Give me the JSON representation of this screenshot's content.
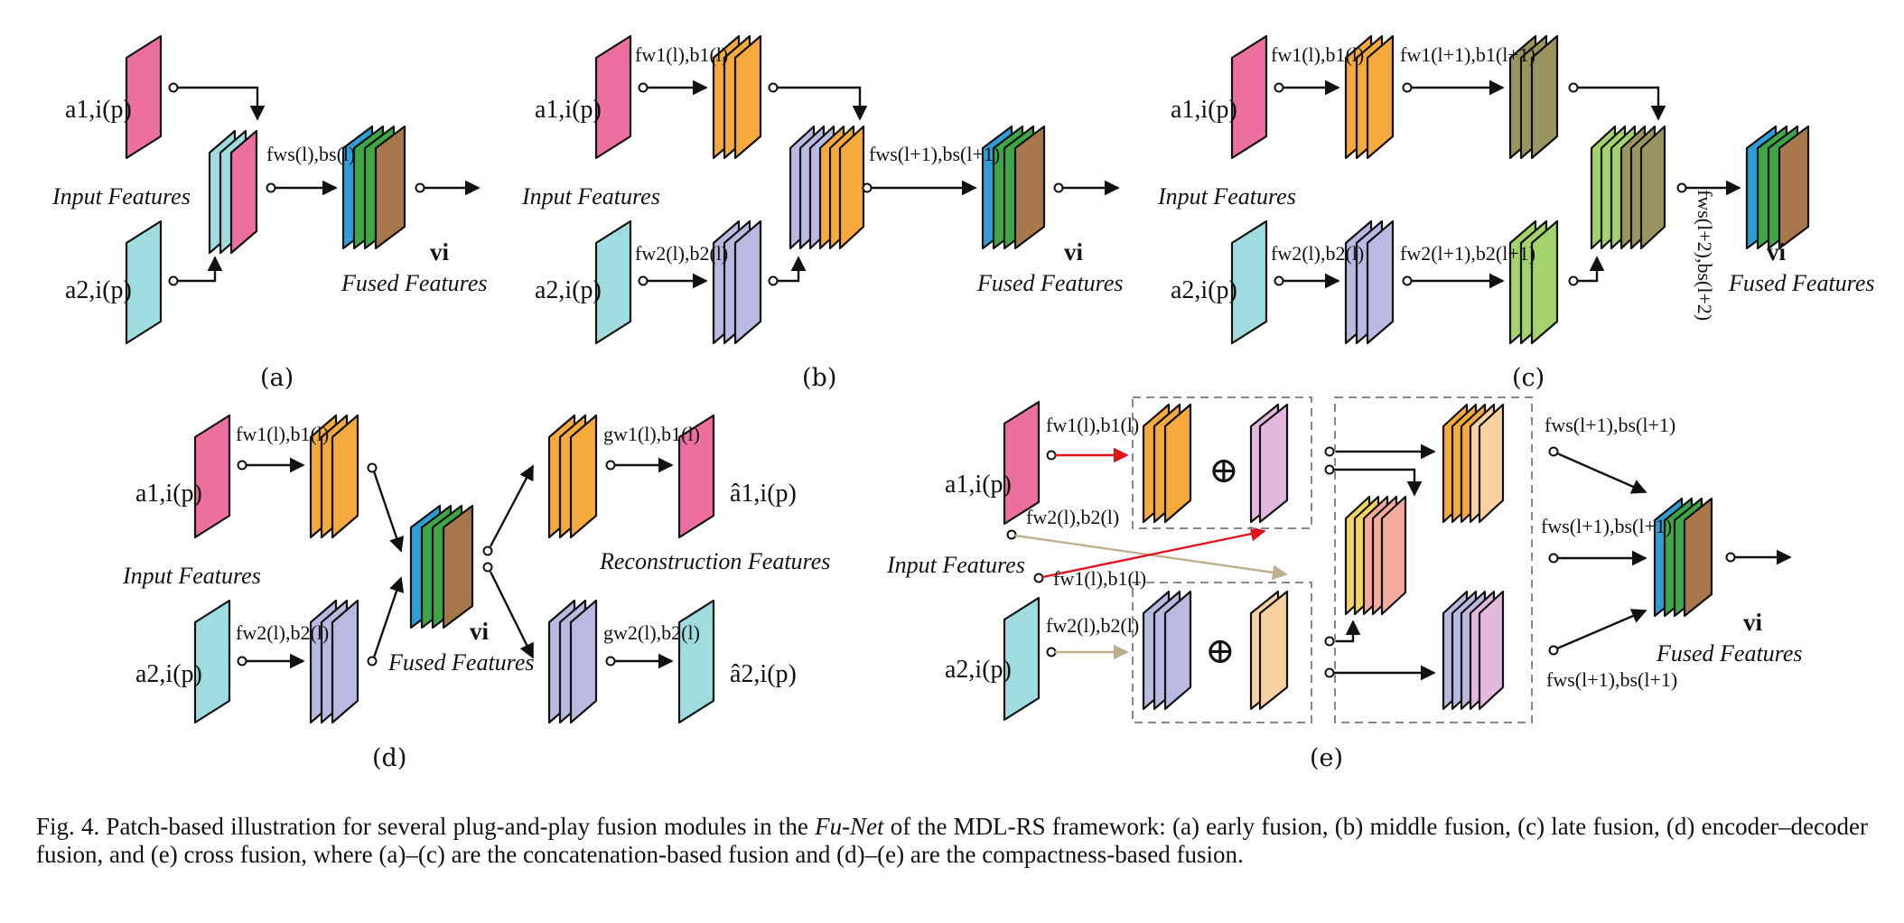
{
  "panels": {
    "a": {
      "label": "(a)",
      "input_top": "a1,i(p)",
      "input_bottom": "a2,i(p)",
      "input_features": "Input Features",
      "fuse_fn": "fws(l),bs(l)",
      "output": "vi",
      "fused_features": "Fused Features"
    },
    "b": {
      "label": "(b)",
      "input_top": "a1,i(p)",
      "input_bottom": "a2,i(p)",
      "input_features": "Input Features",
      "fn_top": "fw1(l),b1(l)",
      "fn_bottom": "fw2(l),b2(l)",
      "fuse_fn": "fws(l+1),bs(l+1)",
      "output": "vi",
      "fused_features": "Fused Features"
    },
    "c": {
      "label": "(c)",
      "input_top": "a1,i(p)",
      "input_bottom": "a2,i(p)",
      "input_features": "Input Features",
      "fn_top_1": "fw1(l),b1(l)",
      "fn_top_2": "fw1(l+1),b1(l+1)",
      "fn_bottom_1": "fw2(l),b2(l)",
      "fn_bottom_2": "fw2(l+1),b2(l+1)",
      "fuse_fn": "fws(l+2),bs(l+2)",
      "output": "vi",
      "fused_features": "Fused Features"
    },
    "d": {
      "label": "(d)",
      "input_top": "a1,i(p)",
      "input_bottom": "a2,i(p)",
      "input_features": "Input Features",
      "fn_top": "fw1(l),b1(l)",
      "fn_bottom": "fw2(l),b2(l)",
      "dec_top": "gw1(l),b1(l)",
      "dec_bottom": "gw2(l),b2(l)",
      "recon_top": "â1,i(p)",
      "recon_bottom": "â2,i(p)",
      "output": "vi",
      "fused_features": "Fused Features",
      "reconstruction_features": "Reconstruction Features"
    },
    "e": {
      "label": "(e)",
      "input_top": "a1,i(p)",
      "input_bottom": "a2,i(p)",
      "input_features": "Input Features",
      "fn_top": "fw1(l),b1(l)",
      "fn_cross_top": "fw2(l),b2(l)",
      "fn_cross_bottom": "fw1(l),b1(l)",
      "fn_bottom": "fw2(l),b2(l)",
      "fuse_fn_top": "fws(l+1),bs(l+1)",
      "fuse_fn_mid": "fws(l+1),bs(l+1)",
      "fuse_fn_bottom": "fws(l+1),bs(l+1)",
      "output": "vi",
      "fused_features": "Fused Features"
    }
  },
  "caption": {
    "prefix": "Fig. 4.   Patch-based illustration for several plug-and-play fusion modules in the ",
    "italic": "Fu-Net",
    "suffix": " of the MDL-RS framework: (a) early fusion, (b) middle fusion, (c) late fusion, (d) encoder–decoder fusion, and (e) cross fusion, where (a)–(c) are the concatenation-based fusion and (d)–(e) are the compactness-based fusion."
  },
  "colors": {
    "pink": "#ec6f9f",
    "cyan": "#9fdce0",
    "orange": "#f6aa3d",
    "lavender": "#b9b9e2",
    "olive": "#9a9560",
    "green": "#a4d36d",
    "blue": "#2f9ed8",
    "brown": "#a8774c",
    "dgreen": "#3ea646",
    "lilac": "#e2b8dc",
    "peach": "#f8d3a1",
    "yellow": "#f2d65e",
    "salmon": "#f4aa9d",
    "red_arrow": "#e0141e",
    "tan_arrow": "#bfae8d"
  }
}
